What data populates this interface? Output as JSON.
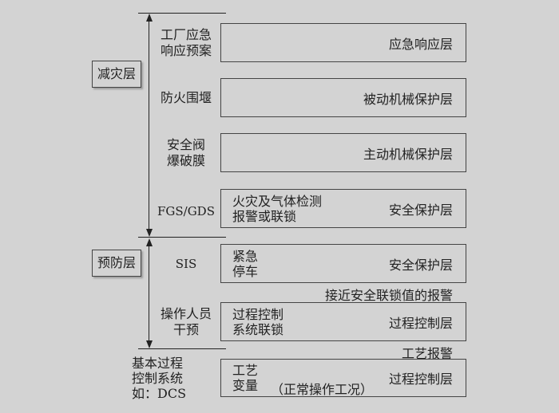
{
  "categories": {
    "mitigation": "减灾层",
    "prevention": "预防层"
  },
  "layers": [
    {
      "side": "工厂应急\n响应预案",
      "inner": "",
      "name": "应急响应层"
    },
    {
      "side": "防火围堰",
      "inner": "",
      "name": "被动机械保护层"
    },
    {
      "side": "安全阀\n爆破膜",
      "inner": "",
      "name": "主动机械保护层"
    },
    {
      "side": "FGS/GDS",
      "inner": "火灾及气体检测\n报警或联锁",
      "name": "安全保护层"
    },
    {
      "side": "SIS",
      "inner": "紧急\n停车",
      "name": "安全保护层"
    },
    {
      "side": "操作人员\n干预",
      "inner": "过程控制\n系统联锁",
      "name": "过程控制层"
    },
    {
      "side": "基本过程\n控制系统\n如：DCS",
      "inner": "工艺\n变量",
      "extra": "（正常操作工况）",
      "name": "过程控制层"
    }
  ],
  "notes": {
    "near_trip_alarm": "接近安全联锁值的报警",
    "process_alarm": "工艺报警"
  }
}
